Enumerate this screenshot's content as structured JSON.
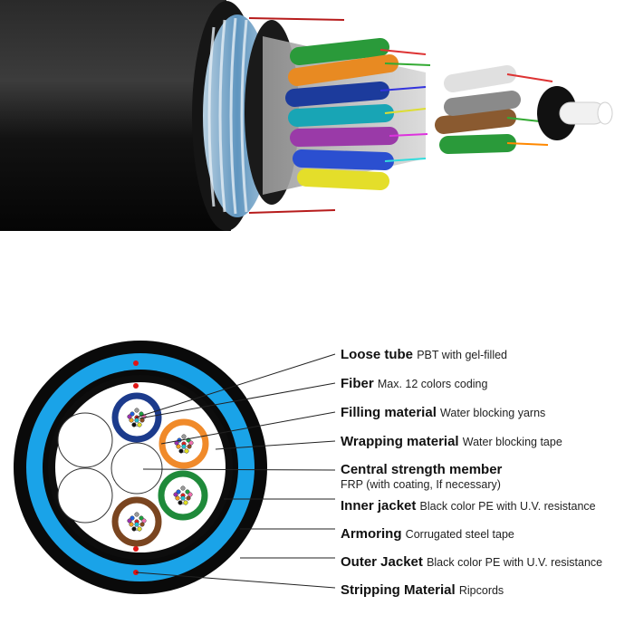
{
  "photo": {
    "name": "fiber-optic-cable-photo"
  },
  "diagram": {
    "colors": {
      "outer_jacket": "#0a0a0a",
      "armoring": "#1aa3e8",
      "inner_jacket": "#0d0d0d",
      "ripcord": "#e01515",
      "tube_blue": "#1c3b8c",
      "tube_orange": "#f08a2a",
      "tube_green": "#1f8a3a",
      "tube_brown": "#7a4520"
    },
    "labels": [
      {
        "title": "Loose tube",
        "desc": "PBT with gel-filled"
      },
      {
        "title": "Fiber",
        "desc": "Max. 12 colors coding"
      },
      {
        "title": "Filling material",
        "desc": "Water blocking yarns"
      },
      {
        "title": "Wrapping material",
        "desc": "Water blocking tape"
      },
      {
        "title": "Central strength member",
        "desc": "FRP (with coating, If necessary)"
      },
      {
        "title": "Inner jacket",
        "desc": "Black color PE with U.V. resistance"
      },
      {
        "title": "Armoring",
        "desc": "Corrugated steel tape"
      },
      {
        "title": "Outer Jacket",
        "desc": "Black color PE with U.V. resistance"
      },
      {
        "title": "Stripping Material",
        "desc": "Ripcords"
      }
    ]
  }
}
